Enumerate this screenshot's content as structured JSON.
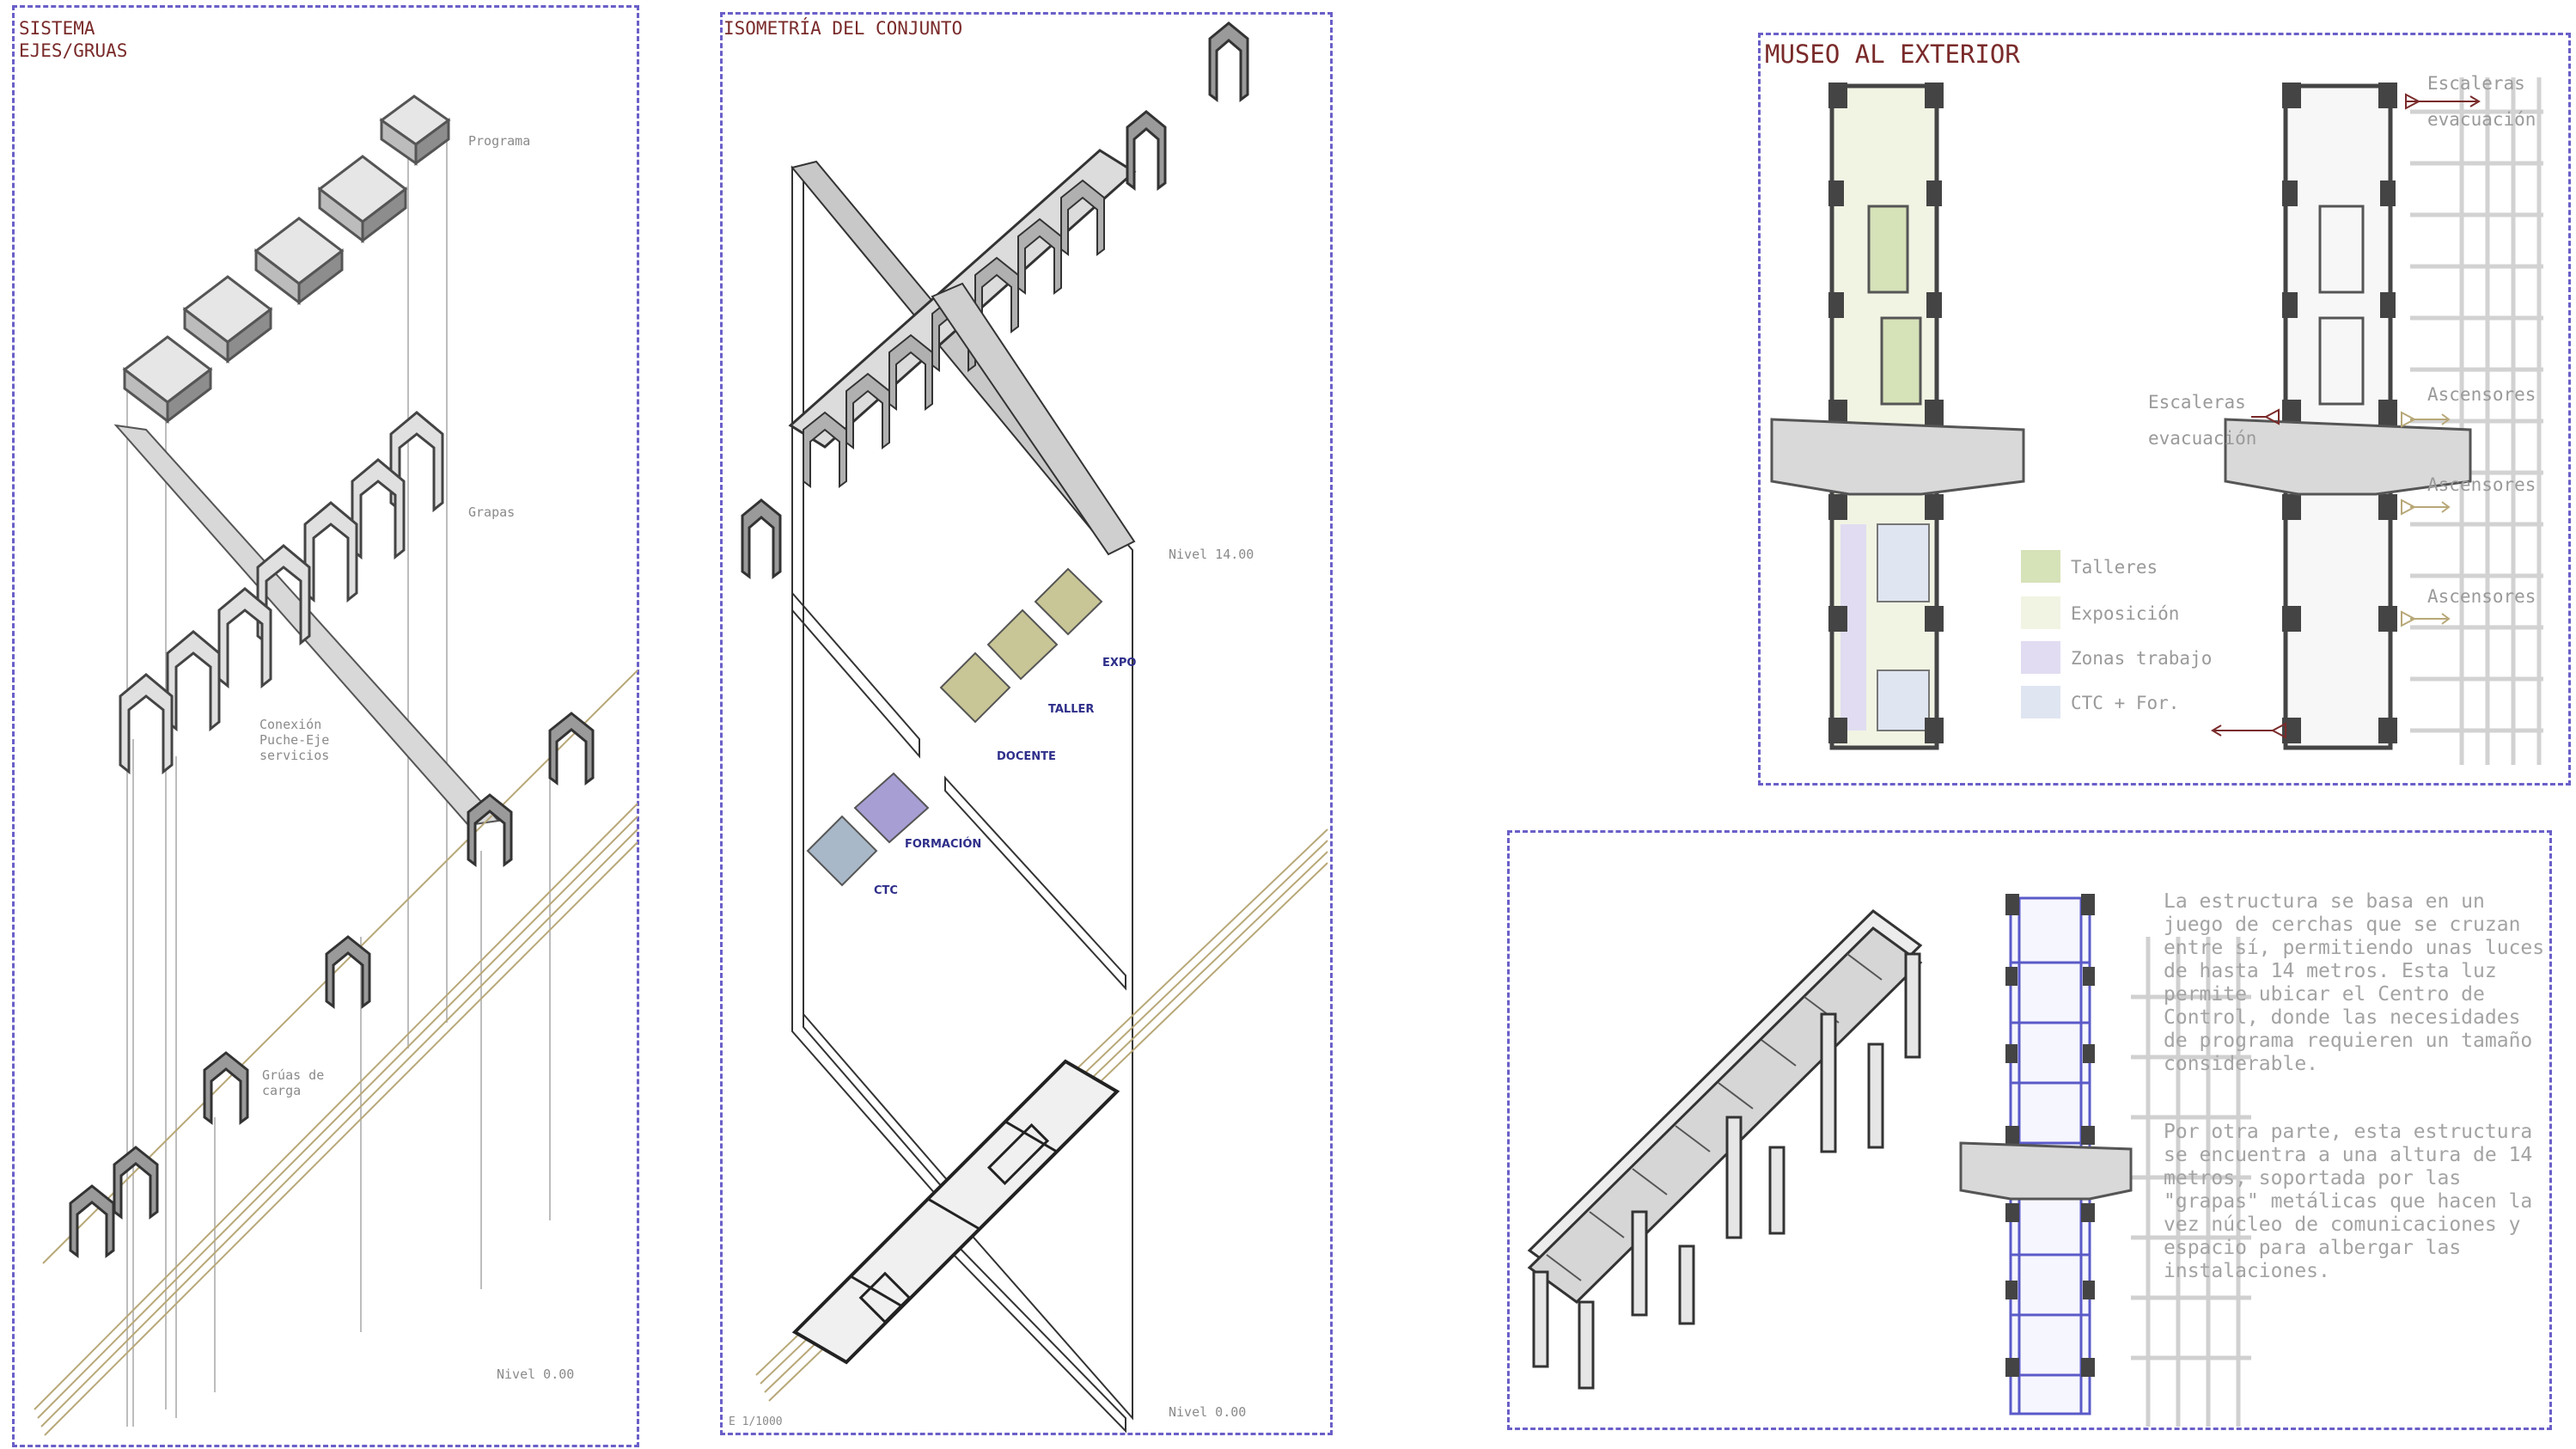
{
  "panel1": {
    "title": "SISTEMA\nEJES/GRUAS",
    "labels": {
      "programa": "Programa",
      "grapas": "Grapas",
      "conexion": "Conexión\nPuche-Eje\nservicios",
      "gruas": "Grúas de\ncarga",
      "nivel": "Nivel 0.00"
    }
  },
  "panel2": {
    "title": "ISOMETRÍA DEL CONJUNTO",
    "nivel_top": "Nivel 14.00",
    "nivel_bottom": "Nivel 0.00",
    "scale": "E 1/1000",
    "program": {
      "expo": "EXPO",
      "taller": "TALLER",
      "docente": "DOCENTE",
      "formacion": "FORMACIÓN",
      "ctc": "CTC"
    }
  },
  "panel3": {
    "title": "MUSEO AL EXTERIOR",
    "legend": [
      {
        "label": "Talleres",
        "color": "#d6e2b8"
      },
      {
        "label": "Exposición",
        "color": "#f1f4e3"
      },
      {
        "label": "Zonas trabajo",
        "color": "#e1dcf1"
      },
      {
        "label": "CTC + For.",
        "color": "#dfe5f1"
      }
    ],
    "labels": {
      "escaleras_top": "Escaleras\nevacuación",
      "escaleras_mid": "Escaleras\nevacuación",
      "ascensores_1": "Ascensores",
      "ascensores_2": "Ascensores",
      "ascensores_3": "Ascensores"
    }
  },
  "panel4": {
    "paragraph1": "La estructura se basa en un juego de cerchas que se cruzan entre sí, permitiendo unas luces de hasta 14 metros. Esta luz permite ubicar el Centro de Control, donde las necesidades de programa requieren un tamaño considerable.",
    "paragraph2": "Por otra parte, esta estructura se encuentra a una altura de 14 metros, soportada por las \"grapas\" metálicas que hacen la vez núcleo de comunicaciones y espacio para albergar las instalaciones."
  },
  "colors": {
    "frame": "#6a5fc8",
    "title": "#7a2a2a",
    "program_text": "#2e2e8a",
    "rail": "#b8a878",
    "expo_tile": "#c8c596",
    "formacion_tile": "#a79ed4",
    "ctc_tile": "#a8b8c8",
    "arrow": "#7a2a2a"
  }
}
